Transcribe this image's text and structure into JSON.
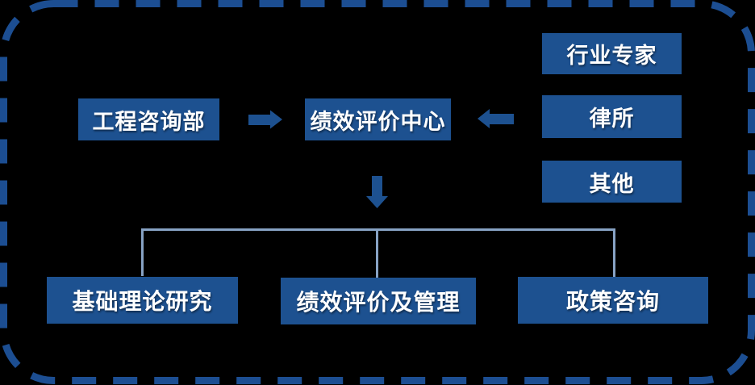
{
  "diagram": {
    "title": "organization-flow-diagram",
    "colors": {
      "background": "#000000",
      "node_fill": "#1d5190",
      "node_text": "#ffffff",
      "border_dash": "#1c4e92",
      "arrow": "#1d5190",
      "connector_line": "#87a2c4"
    },
    "nodes": {
      "engineering_dept": {
        "label": "工程咨询部"
      },
      "performance_center": {
        "label": "绩效评价中心"
      },
      "industry_experts": {
        "label": "行业专家"
      },
      "law_firm": {
        "label": "律所"
      },
      "other": {
        "label": "其他"
      },
      "basic_theory_research": {
        "label": "基础理论研究"
      },
      "performance_eval_mgmt": {
        "label": "绩效评价及管理"
      },
      "policy_consulting": {
        "label": "政策咨询"
      }
    }
  }
}
